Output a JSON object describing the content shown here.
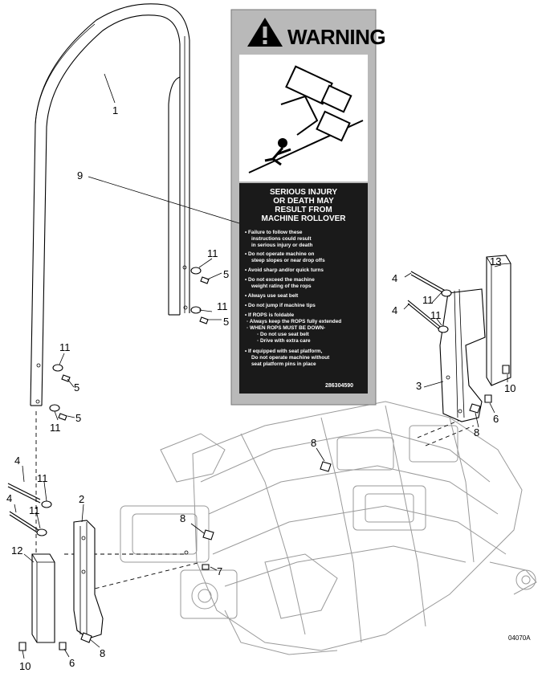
{
  "warning_decal": {
    "title": "WARNING",
    "headline": [
      "SERIOUS INJURY",
      "OR DEATH MAY",
      "RESULT FROM",
      "MACHINE ROLLOVER"
    ],
    "items": [
      "• Failure to follow these",
      "instructions could result",
      "in serious injury or death",
      "• Do not operate machine on",
      "steep slopes or near drop offs",
      "• Avoid sharp and/or quick turns",
      "• Do not exceed the machine",
      "weight rating of the rops",
      "• Always use seat belt",
      "• Do not jump if machine tips",
      "• If ROPS is foldable",
      "◦ Always keep the ROPS fully extended",
      "◦ WHEN ROPS MUST BE DOWN-",
      "◦ Do not use seat belt",
      "◦ Drive with extra care",
      "• If equipped with seat platform,",
      "Do not operate machine without",
      "seat platform pins in place"
    ],
    "part_code": "286304590"
  },
  "callouts": {
    "c1": "1",
    "c9": "9",
    "c11a": "11",
    "c5a": "5",
    "c11b": "11",
    "c5b": "5",
    "c11c": "11",
    "c5c": "5",
    "c11d": "11",
    "c5d": "5",
    "c13": "13",
    "c4a": "4",
    "c4b": "4",
    "c11e": "11",
    "c11f": "11",
    "c3": "3",
    "c10a": "10",
    "c6a": "6",
    "c8a": "8",
    "c8b": "8",
    "c4c": "4",
    "c11g": "11",
    "c2": "2",
    "c4d": "4",
    "c11h": "11",
    "c12": "12",
    "c8c": "8",
    "c7": "7",
    "c10b": "10",
    "c6b": "6",
    "c8d": "8"
  },
  "figure_id": "04070A",
  "colors": {
    "decal_bg": "#b9b9b9",
    "decal_panel": "#1a1a1a",
    "frame": "#9a9a9a"
  }
}
